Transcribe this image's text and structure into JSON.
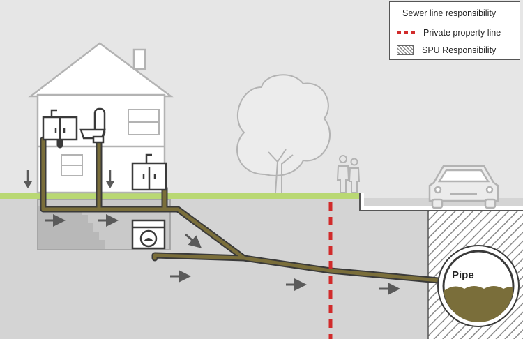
{
  "legend": {
    "title": "Sewer line responsibility",
    "items": [
      {
        "label": "Private property line",
        "swatch": "red-dash"
      },
      {
        "label": "SPU Responsibility",
        "swatch": "hatch"
      }
    ]
  },
  "pipe_label": "Pipe",
  "colors": {
    "sky": "#e6e6e6",
    "soil": "#d4d4d4",
    "lawn": "#b9d873",
    "pipe": "#7a6e3a",
    "pipe_outline": "#3a3a3a",
    "property_line": "#d12b2b",
    "outline": "#b3b3b3",
    "arrow": "#5a5a5a"
  },
  "icons": [
    "house-icon",
    "sink-icon",
    "toilet-icon",
    "washing-machine-icon",
    "tree-icon",
    "people-icon",
    "car-icon",
    "flow-arrow-icon"
  ]
}
